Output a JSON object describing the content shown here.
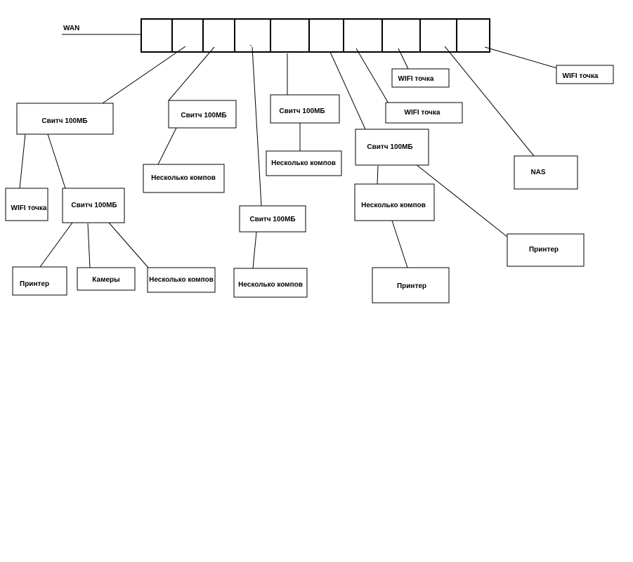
{
  "wan": {
    "label": "WAN"
  },
  "router": {
    "port_count": 10
  },
  "nodes": {
    "switch_a": "Свитч 100МБ",
    "wifi_a": "WIFI точка",
    "switch_a2": "Свитч 100МБ",
    "printer_a": "Принтер",
    "cameras": "Камеры",
    "pcs_a": "Несколько компов",
    "switch_b": "Свитч 100МБ",
    "pcs_b": "Несколько компов",
    "switch_c": "Свитч 100МБ",
    "pcs_c": "Несколько компов",
    "switch_d": "Свитч 100МБ",
    "pcs_d": "Несколько компов",
    "switch_e": "Свитч 100МБ",
    "pcs_e": "Несколько компов",
    "printer_e": "Принтер",
    "printer_e2": "Принтер",
    "wifi_b": "WIFI точка",
    "wifi_c": "WIFI точка",
    "nas": "NAS",
    "wifi_d": "WIFI точка"
  }
}
